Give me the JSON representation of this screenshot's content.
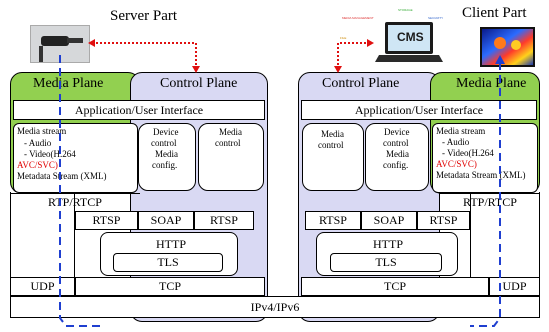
{
  "titles": {
    "server_part": "Server Part",
    "client_part": "Client Part"
  },
  "icons": {
    "camera": "ip-camera-photo",
    "laptop": "laptop-cms-icon",
    "monitor": "thermal-monitor-photo"
  },
  "cms_label": "CMS",
  "cms_tags": [
    "MEDIA MANAGEMENT",
    "STORAGE",
    "FILE",
    "SECURITY"
  ],
  "server": {
    "media_plane": "Media Plane",
    "control_plane": "Control Plane",
    "app_ui": "Application/User Interface",
    "media_stream": {
      "l1": "Media stream",
      "l2": "- Audio",
      "l3": "- Video(H.264",
      "l4": "AVC/SVC)",
      "l5": "Metadata Stream (XML)"
    },
    "device_control": {
      "l1": "Device",
      "l2": "control",
      "l3": "Media",
      "l4": "config."
    },
    "media_control": {
      "l1": "Media",
      "l2": "control"
    },
    "rtp": "RTP/RTCP",
    "rtsp1": "RTSP",
    "soap": "SOAP",
    "rtsp2": "RTSP",
    "http": "HTTP",
    "tls": "TLS",
    "udp": "UDP",
    "tcp": "TCP"
  },
  "client": {
    "control_plane": "Control Plane",
    "media_plane": "Media Plane",
    "app_ui": "Application/User Interface",
    "media_control": {
      "l1": "Media",
      "l2": "control"
    },
    "device_control": {
      "l1": "Device",
      "l2": "control",
      "l3": "Media",
      "l4": "config."
    },
    "media_stream": {
      "l1": "Media stream",
      "l2": "- Audio",
      "l3": "- Video(H.264",
      "l4": "AVC/SVC)",
      "l5": "Metadata Stream (XML)"
    },
    "rtp": "RTP/RTCP",
    "rtsp1": "RTSP",
    "soap": "SOAP",
    "rtsp2": "RTSP",
    "http": "HTTP",
    "tls": "TLS",
    "tcp": "TCP",
    "udp": "UDP"
  },
  "ip": "IPv4/IPv6",
  "colors": {
    "media_plane": "#92d050",
    "control_plane": "#d9d9f3",
    "dashed_link": "#1f3fd0",
    "dotted_link": "#e01010"
  }
}
